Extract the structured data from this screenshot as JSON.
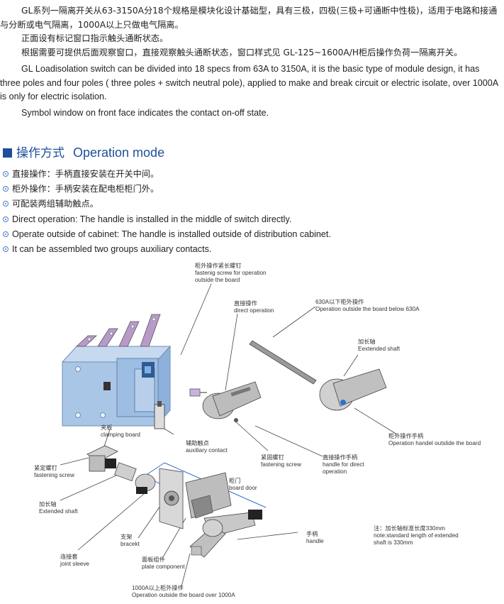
{
  "intro": {
    "p1": "GL系列一隔离开关从63-3150A分18个规格是模块化设计基础型，具有三极，四极(三极+可通断中性极)，适用于电路和接通与分断或电气隔离，1000A以上只做电气隔离。",
    "p2": "正面设有标记窗口指示触头通断状态。",
    "p3": "根据需要可提供后面观察窗口，直接观察触头通断状态，窗口样式见 GL-125~1600A/H柜后操作负荷一隔离开关。",
    "p4": "GL Loadisolation switch can be divided into 18 specs from 63A to 3150A, it is the basic type of module design, it has three poles and four poles ( three poles + switch neutral pole), applied to make and break circuit or electric isolate, over 1000A is only for electric isolation.",
    "p5": "Symbol window on front face indicates the contact on-off state."
  },
  "section": {
    "title_cn": "操作方式",
    "title_en": "Operation mode"
  },
  "bullets": [
    "直接操作：手柄直接安装在开关中间。",
    "柜外操作：手柄安装在配电柜柜门外。",
    "可配装两组辅助触点。",
    "Direct operation: The handle is installed in the middle of switch directly.",
    "Operate outside of cabinet: The handle is installed outside of distribution cabinet.",
    "It can be assembled two groups auxiliary contacts."
  ],
  "labels": {
    "fasten_cn": "柜外操作紧长螺钉",
    "fasten_en1": "fastenig screw for operation",
    "fasten_en2": "outside the board",
    "direct_cn": "直接操作",
    "direct_en": "direct operation",
    "below630_cn": "630A以下柜外操作",
    "below630_en": "Operation outside the board below 630A",
    "shaft1_cn": "加长轴",
    "shaft1_en": "Eextended shaft",
    "clamp_cn": "夹板",
    "clamp_en": "clamping board",
    "aux_cn": "辅助触点",
    "aux_en": "auxiliary contact",
    "outhandle_cn": "柜外操作手柄",
    "outhandle_en": "Operation handel outslide the board",
    "screw_cn": "紧定螺钉",
    "screw_en": "fastening screw",
    "fscrew_cn": "紧固螺钉",
    "fscrew_en": "fastening screw",
    "dhandle_cn": "直接操作手柄",
    "dhandle_en1": "handle for direct",
    "dhandle_en2": "operation",
    "shaft2_cn": "加长轴",
    "shaft2_en": "Extended shaft",
    "door_cn": "柜门",
    "door_en": "board door",
    "bracket_cn": "支架",
    "bracket_en": "bracekt",
    "note_cn": "注：加长轴标准长度330mm",
    "note_en1": "note:standard length of extended",
    "note_en2": "shaft is 330mm",
    "handle_cn": "手柄",
    "handle_en": "handle",
    "joint_cn": "连接套",
    "joint_en": "joint sleeve",
    "plate_cn": "面板组件",
    "plate_en": "plate component",
    "over1000_cn": "1000A以上柜外操作",
    "over1000_en": "Operation outside the board over 1000A"
  }
}
